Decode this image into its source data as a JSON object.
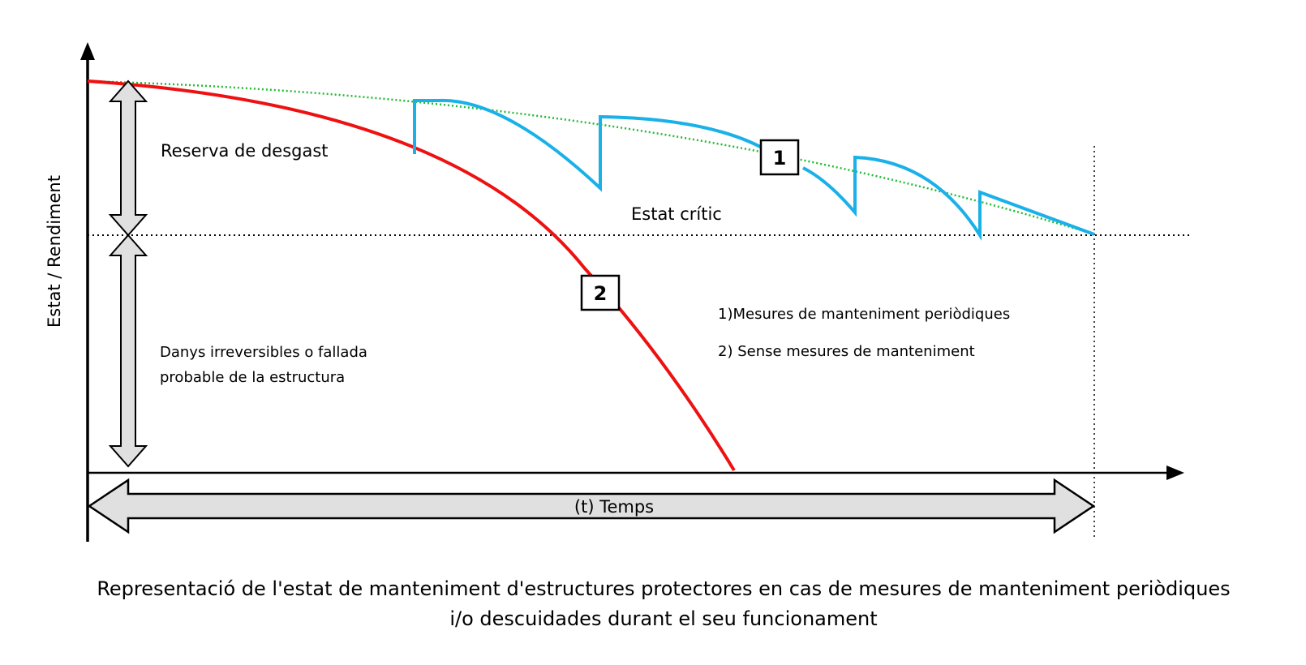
{
  "labels": {
    "y_axis": "Estat / Rendiment",
    "reserve": "Reserva de desgast",
    "critical": "Estat crític",
    "damage_line1": "Danys irreversibles o fallada",
    "damage_line2": "probable de la estructura",
    "time": "(t) Temps"
  },
  "legend": {
    "item1": "1)Mesures de manteniment periòdiques",
    "item2": "2) Sense mesures de manteniment"
  },
  "markers": {
    "curve1": "1",
    "curve2": "2"
  },
  "caption": {
    "line1": "Representació de l'estat de manteniment d'estructures protectores en cas de mesures de manteniment periòdiques",
    "line2": "i/o descuidades durant el seu funcionament"
  },
  "colors": {
    "maintained_curve": "#1ab0e8",
    "unmaintained_curve": "#ee1111",
    "ideal_curve": "#22bb33",
    "arrow_fill": "#e0e0e0",
    "ink": "#000000"
  }
}
